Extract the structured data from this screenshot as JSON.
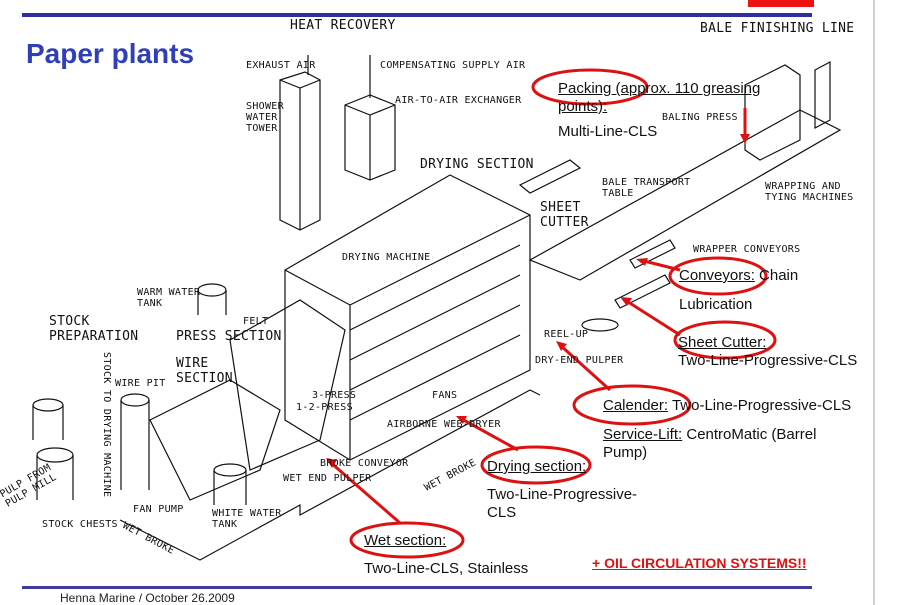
{
  "slide": {
    "title": "Paper plants",
    "footer": "Henna Marine / October 26.2009",
    "colors": {
      "title": "#2f3fb8",
      "rule": "#2e2e9e",
      "accent_red": "#ee1111",
      "callout_red": "#dd1111"
    }
  },
  "diagram_labels": {
    "heat_recovery": "HEAT RECOVERY",
    "bale_finishing_line": "BALE FINISHING LINE",
    "exhaust_air": "EXHAUST AIR",
    "compensating_supply_air": "COMPENSATING SUPPLY AIR",
    "air_to_air_exchanger": "AIR-TO-AIR EXCHANGER",
    "shower_water_tower": [
      "SHOWER",
      "WATER",
      "TOWER"
    ],
    "drying_section": "DRYING SECTION",
    "drying_machine": "DRYING MACHINE",
    "warm_water_tank": [
      "WARM WATER",
      "TANK"
    ],
    "felt": "FELT",
    "press_section": "PRESS SECTION",
    "wire_section": [
      "WIRE",
      "SECTION"
    ],
    "stock_preparation": [
      "STOCK",
      "PREPARATION"
    ],
    "stock_to_drying_machine": "STOCK TO DRYING MACHINE",
    "wire_pit": "WIRE PIT",
    "press_3": "3-PRESS",
    "press_1_2": "1-2-PRESS",
    "fans": "FANS",
    "airborne_web_dryer": "AIRBORNE WEB-DRYER",
    "broke_conveyor": "BROKE CONVEYOR",
    "wet_end_pulper": "WET END PULPER",
    "wet_broke_right": "WET BROKE",
    "wet_broke_left": "WET BROKE",
    "pulp_from_pulp_mill": [
      "PULP FROM",
      "PULP MILL"
    ],
    "stock_chests": "STOCK CHESTS",
    "fan_pump": "FAN PUMP",
    "white_water_tank": [
      "WHITE WATER",
      "TANK"
    ],
    "sheet_cutter": [
      "SHEET",
      "CUTTER"
    ],
    "reel_up": "REEL-UP",
    "dry_end_pulper": "DRY-END PULPER",
    "baling_press": "BALING PRESS",
    "bale_transport_table": [
      "BALE TRANSPORT",
      "TABLE"
    ],
    "wrapping_and_tying": [
      "WRAPPING AND",
      "TYING MACHINES"
    ],
    "wrapper_conveyors": "WRAPPER CONVEYORS"
  },
  "callouts": {
    "packing": {
      "heading": "Packing (approx. 110 greasing",
      "heading2": "points):",
      "detail": "Multi-Line-CLS"
    },
    "conveyors": {
      "heading": "Conveyors:",
      "detail": " Chain",
      "detail2": "Lubrication"
    },
    "sheet_cutter": {
      "heading": "Sheet Cutter:",
      "detail": "Two-Line-Progressive-CLS"
    },
    "calender": {
      "heading": "Calender:",
      "detail": " Two-Line-Progressive-CLS"
    },
    "service_lift": {
      "heading": "Service-Lift:",
      "detail": " CentroMatic (Barrel",
      "detail2": "Pump)"
    },
    "drying_section": {
      "heading": "Drying section:",
      "detail": "Two-Line-Progressive-",
      "detail2": "CLS"
    },
    "wet_section": {
      "heading": "Wet section:",
      "detail": "Two-Line-CLS, Stainless"
    },
    "oil_circulation": "+ OIL CIRCULATION SYSTEMS!!"
  }
}
